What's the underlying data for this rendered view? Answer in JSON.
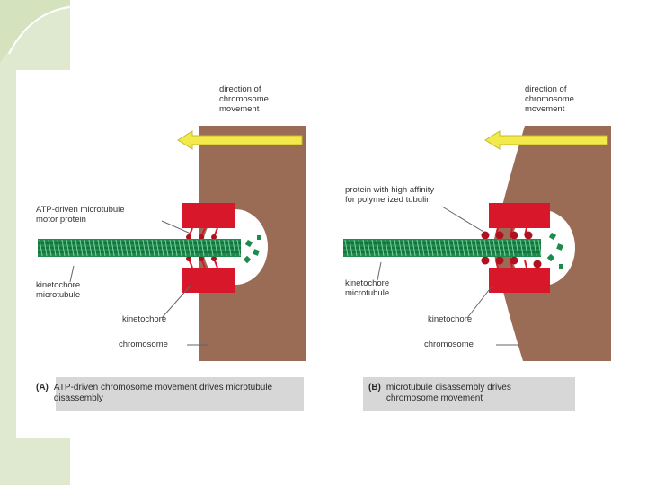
{
  "slide": {
    "sidebar_color": "#dfe9cf",
    "accent_color": "#c9d9b0"
  },
  "colors": {
    "chromosome": "#9a6b55",
    "kinetochore": "#d8182a",
    "microtubule": "#1e8a4c",
    "arrow": "#f2e94a",
    "caption_bg": "#d7d7d7"
  },
  "panel_a": {
    "direction_label": "direction of\nchromosome\nmovement",
    "motor_label": "ATP-driven microtubule\nmotor protein",
    "microtubule_label": "kinetochore\nmicrotubule",
    "kinetochore_label": "kinetochore",
    "chromosome_label": "chromosome",
    "caption_tag": "(A)",
    "caption_text": "ATP-driven chromosome movement drives microtubule disassembly"
  },
  "panel_b": {
    "direction_label": "direction of\nchromosome\nmovement",
    "protein_label": "protein with high affinity\nfor polymerized tubulin",
    "microtubule_label": "kinetochore\nmicrotubule",
    "kinetochore_label": "kinetochore",
    "chromosome_label": "chromosome",
    "caption_tag": "(B)",
    "caption_text": "microtubule disassembly drives chromosome movement"
  }
}
